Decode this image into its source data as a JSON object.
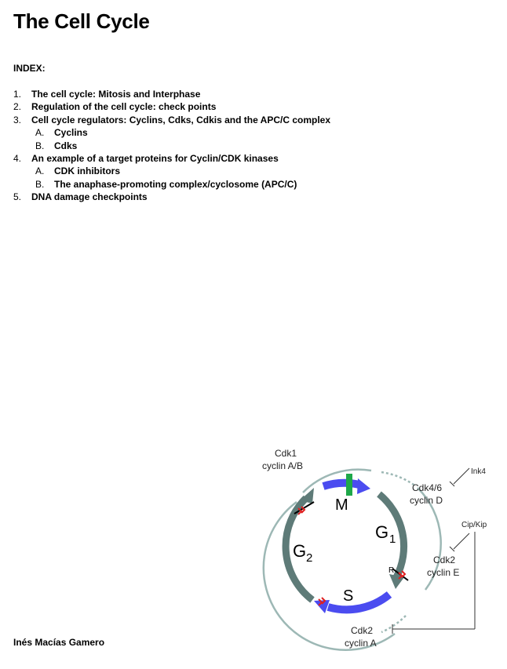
{
  "title": "The Cell Cycle",
  "index_heading": "INDEX:",
  "toc": [
    {
      "num": "1.",
      "text": "The cell cycle: Mitosis and Interphase",
      "level": 0
    },
    {
      "num": "2.",
      "text": "Regulation of the cell cycle: check points",
      "level": 0
    },
    {
      "num": "3.",
      "text": "Cell cycle regulators: Cyclins, Cdks, Cdkis and the APC/C complex",
      "level": 0
    },
    {
      "num": "A.",
      "text": "Cyclins",
      "level": 1
    },
    {
      "num": "B.",
      "text": "Cdks",
      "level": 1
    },
    {
      "num": "4.",
      "text": "An example of a target proteins for Cyclin/CDK kinases",
      "level": 0
    },
    {
      "num": "A.",
      "text": "CDK inhibitors",
      "level": 1
    },
    {
      "num": "B.",
      "text": "The anaphase-promoting complex/cyclosome (APC/C)",
      "level": 1
    },
    {
      "num": "5.",
      "text": "DNA damage checkpoints",
      "level": 0
    }
  ],
  "author": "Inés Macías Gamero",
  "diagram": {
    "phase_m": "M",
    "phase_g1": "G",
    "phase_g1_sub": "1",
    "phase_g2": "G",
    "phase_g2_sub": "2",
    "phase_s": "S",
    "restriction_point": "R",
    "cdk1_line1": "Cdk1",
    "cdk1_line2": "cyclin A/B",
    "cdk46_line1": "Cdk4/6",
    "cdk46_line2": "cyclin D",
    "ink4": "Ink4",
    "cipkip": "Cip/Kip",
    "cdk2e_line1": "Cdk2",
    "cdk2e_line2": "cyclin E",
    "cdk2a_line1": "Cdk2",
    "cdk2a_line2": "cyclin A",
    "colors": {
      "outer_ring": "#9db8b5",
      "inner_ring": "#5e7b78",
      "blue_arrow": "#4b4cf0",
      "checkpoint_mark": "#e02020",
      "m_marker": "#1fa84a"
    }
  }
}
